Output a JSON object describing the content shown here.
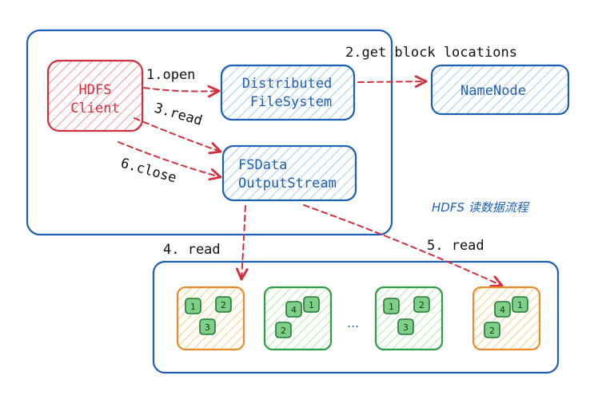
{
  "nodes": {
    "client": {
      "line1": "HDFS",
      "line2": "Client"
    },
    "dfs": {
      "line1": "Distributed",
      "line2": "FileSystem"
    },
    "stream": {
      "line1": "FSData",
      "line2": "OutputStream"
    },
    "namenode": {
      "label": "NameNode"
    }
  },
  "edges": {
    "open": "1.open",
    "get_block_locations": "2.get block locations",
    "read3": "3.read",
    "close": "6.close",
    "read4": "4. read",
    "read5": "5. read"
  },
  "caption": "HDFS 读数据流程",
  "ellipsis": "...",
  "datanodes": [
    {
      "blocks": [
        "1",
        "2",
        "3"
      ],
      "fill": "orange"
    },
    {
      "blocks": [
        "4",
        "1",
        "2"
      ],
      "fill": "green"
    },
    {
      "blocks": [
        "1",
        "2",
        "3"
      ],
      "fill": "green"
    },
    {
      "blocks": [
        "4",
        "1",
        "2"
      ],
      "fill": "orange"
    }
  ],
  "colors": {
    "blue": "#1d5fb5",
    "red": "#d32f3f",
    "orange": "#ec8b2a",
    "green": "#2e9e46"
  }
}
